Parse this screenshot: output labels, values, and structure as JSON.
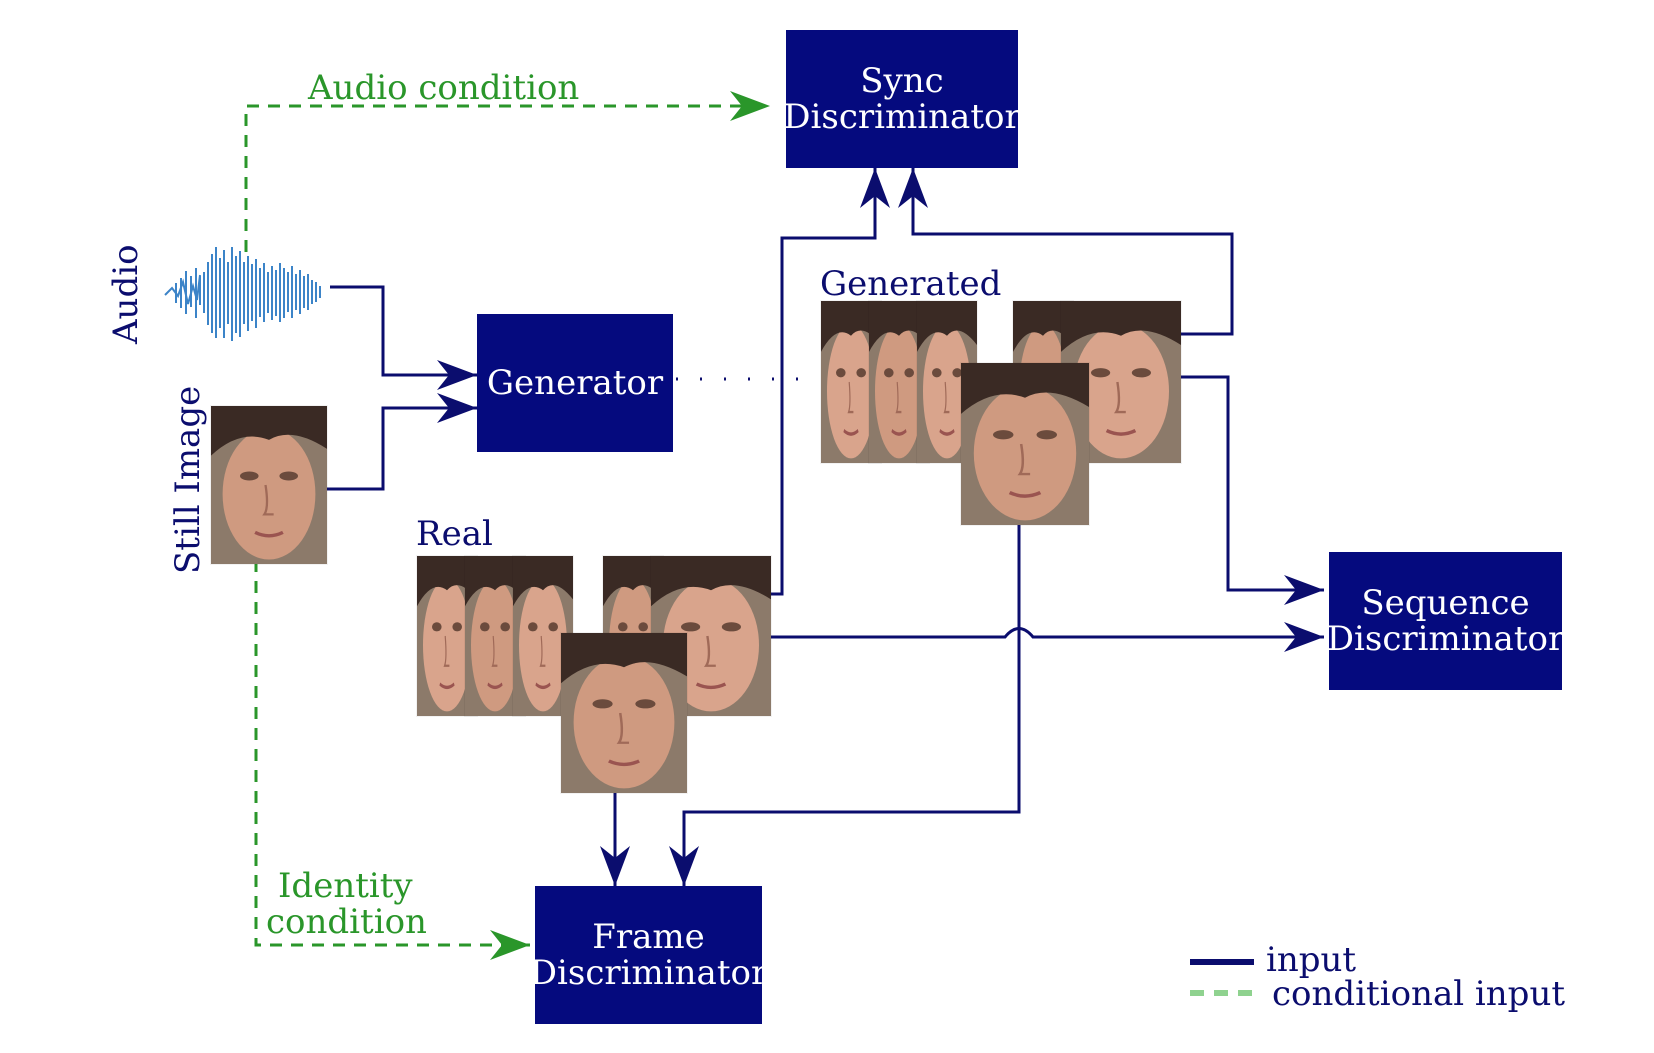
{
  "boxes": {
    "sync": [
      "Sync",
      "Discriminator"
    ],
    "generator": "Generator",
    "sequence": [
      "Sequence",
      "Discriminator"
    ],
    "frame": [
      "Frame",
      "Discriminator"
    ]
  },
  "labels": {
    "audio_condition": "Audio  condition",
    "audio": "Audio",
    "still_image": "Still  Image",
    "generated": "Generated",
    "real": "Real",
    "identity_condition": [
      "Identity",
      "condition"
    ]
  },
  "legend": {
    "input": "input",
    "conditional_input": "conditional  input"
  },
  "colors": {
    "box_fill": "#050a7e",
    "input_line": "#0b0d6e",
    "conditional_line": "#2a962a",
    "waveform": "#3c84c8"
  }
}
